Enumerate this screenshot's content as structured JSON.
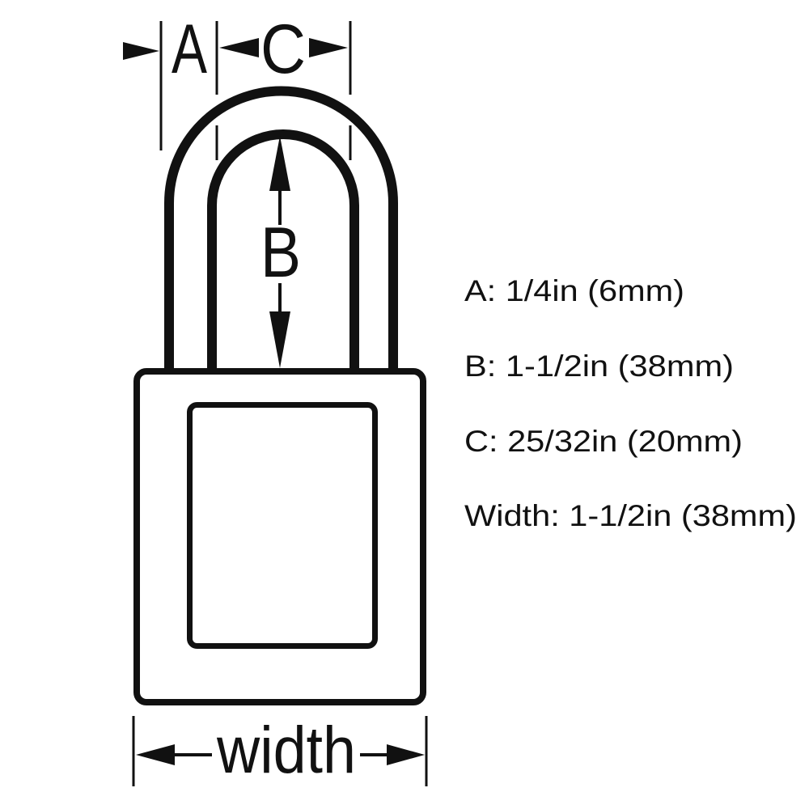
{
  "diagram": {
    "labels": {
      "a": "A",
      "b": "B",
      "c": "C",
      "width": "width"
    },
    "specs": [
      "A: 1/4in (6mm)",
      "B: 1-1/2in (38mm)",
      "C: 25/32in (20mm)",
      "Width: 1-1/2in (38mm)"
    ],
    "colors": {
      "ink": "#111111",
      "background": "#ffffff"
    }
  }
}
